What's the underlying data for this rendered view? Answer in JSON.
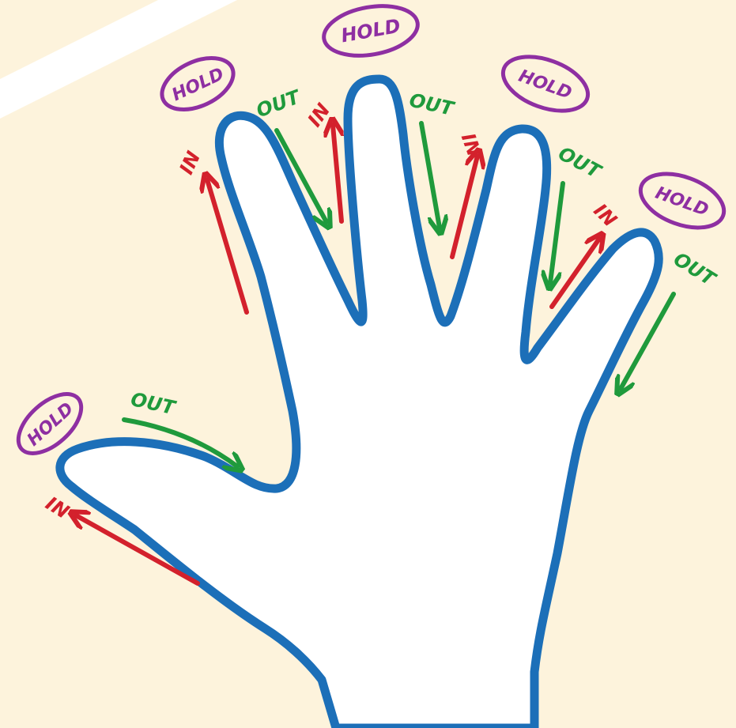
{
  "labels": {
    "in": "IN",
    "out": "OUT",
    "hold": "HOLD"
  },
  "colors": {
    "background": "#fdf3dc",
    "stripe": "#ffffff",
    "hand_fill": "#ffffff",
    "hand_outline": "#1c6fb8",
    "in": "#d3212c",
    "out": "#1f9a3c",
    "hold": "#8e2fa2"
  },
  "segments": [
    {
      "finger": "thumb",
      "order": [
        "in",
        "hold",
        "out"
      ]
    },
    {
      "finger": "index",
      "order": [
        "in",
        "hold",
        "out"
      ]
    },
    {
      "finger": "middle",
      "order": [
        "in",
        "hold",
        "out"
      ]
    },
    {
      "finger": "ring",
      "order": [
        "in",
        "hold",
        "out"
      ]
    },
    {
      "finger": "pinky",
      "order": [
        "in",
        "hold",
        "out"
      ]
    }
  ]
}
